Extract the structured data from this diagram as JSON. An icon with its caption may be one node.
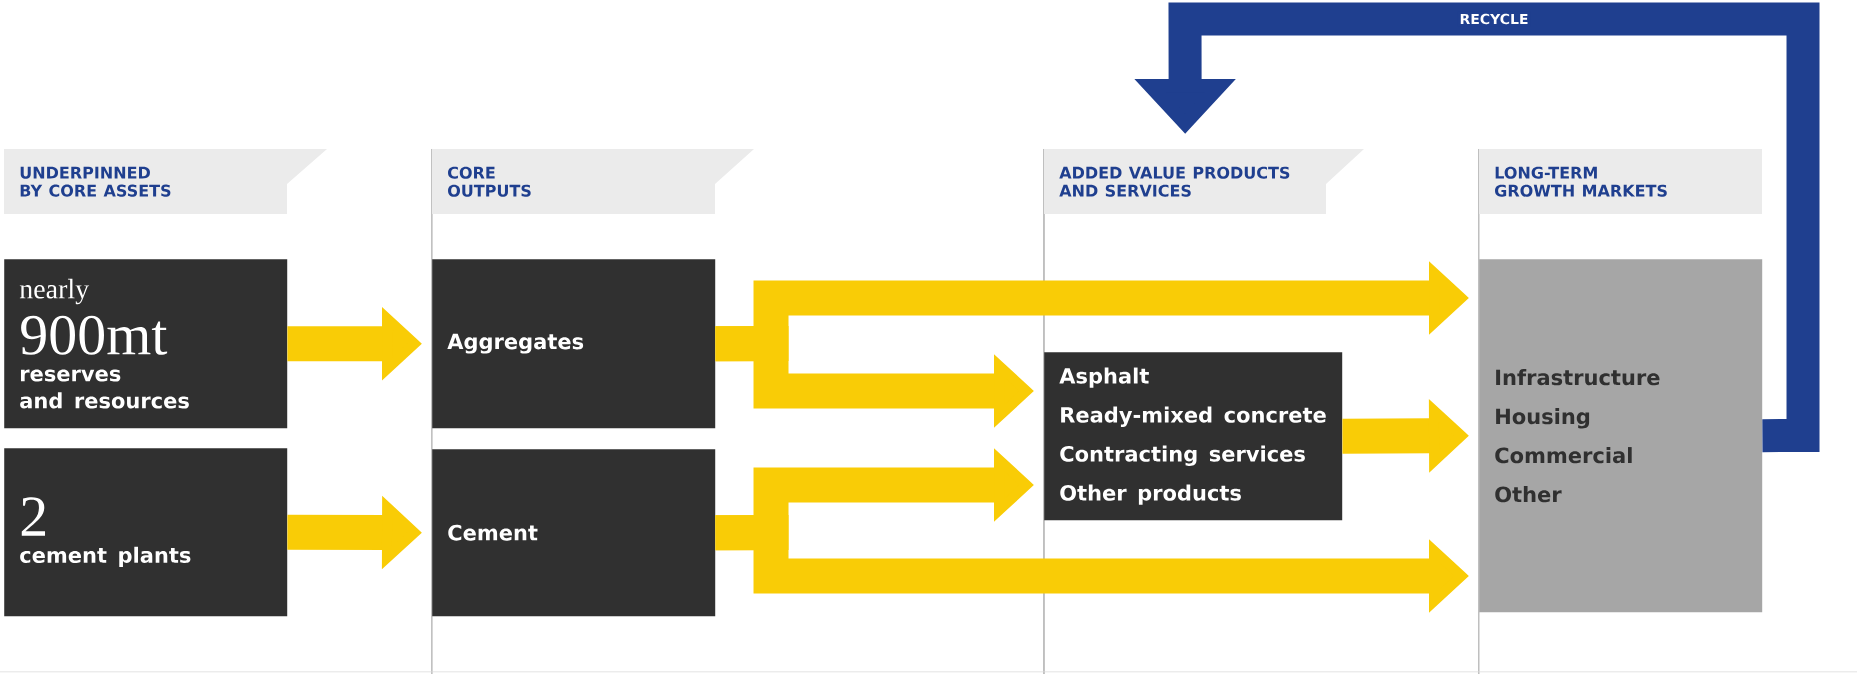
{
  "diagram": {
    "nodes": [
      {
        "text": [
          "UNDERPINNED BY CORE ASSETS"
        ]
      },
      {
        "text": [
          "CORE OUTPUTS"
        ]
      },
      {
        "text": [
          "ADDED VALUE PRODUCTS AND SERVICES"
        ]
      },
      {
        "text": [
          "LONG-TERM GROWTH MARKETS"
        ]
      },
      {
        "text": [
          "nearly",
          "900mt",
          "reserves and resources"
        ]
      },
      {
        "text": [
          "2",
          "cement plants"
        ]
      },
      {
        "text": [
          "Aggregates"
        ]
      },
      {
        "text": [
          "Cement"
        ]
      },
      {
        "text": [
          "Asphalt",
          "Ready-mixed concrete",
          "Contracting services",
          "Other products"
        ]
      },
      {
        "text": [
          "Infrastructure",
          "Housing",
          "Commercial",
          "Other"
        ]
      }
    ],
    "edges": [
      {
        "from": 4,
        "to": 6,
        "arrow": "to"
      },
      {
        "from": 5,
        "to": 7,
        "arrow": "to"
      },
      {
        "from": 6,
        "to": 9,
        "arrow": "to"
      },
      {
        "from": 6,
        "to": 8,
        "arrow": "to"
      },
      {
        "from": 7,
        "to": 8,
        "arrow": "to"
      },
      {
        "from": 7,
        "to": 9,
        "arrow": "to"
      },
      {
        "from": 8,
        "to": 9,
        "arrow": "to"
      },
      {
        "from": 9,
        "to": 2,
        "arrow": "to",
        "label": "RECYCLE",
        "color": "#1f3f8f"
      }
    ]
  }
}
